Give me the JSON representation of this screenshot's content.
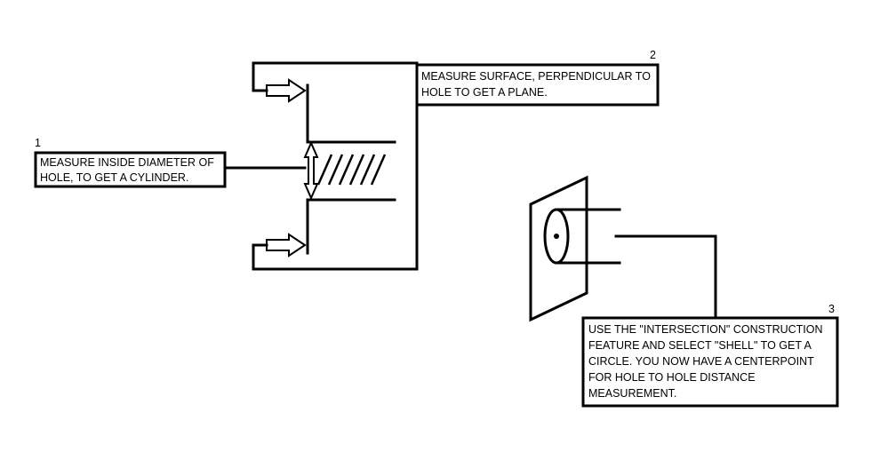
{
  "callouts": [
    {
      "number": "1",
      "lines": [
        "MEASURE INSIDE DIAMETER OF",
        "HOLE, TO GET A CYLINDER."
      ]
    },
    {
      "number": "2",
      "lines": [
        "MEASURE SURFACE, PERPENDICULAR TO",
        "HOLE TO GET A PLANE."
      ]
    },
    {
      "number": "3",
      "lines": [
        "USE THE \"INTERSECTION\" CONSTRUCTION",
        "FEATURE AND SELECT \"SHELL\" TO GET A",
        "CIRCLE. YOU NOW HAVE A CENTERPOINT",
        "FOR HOLE TO HOLE DISTANCE",
        "MEASUREMENT."
      ]
    }
  ],
  "colors": {
    "ink": "#000000",
    "background": "#ffffff"
  }
}
